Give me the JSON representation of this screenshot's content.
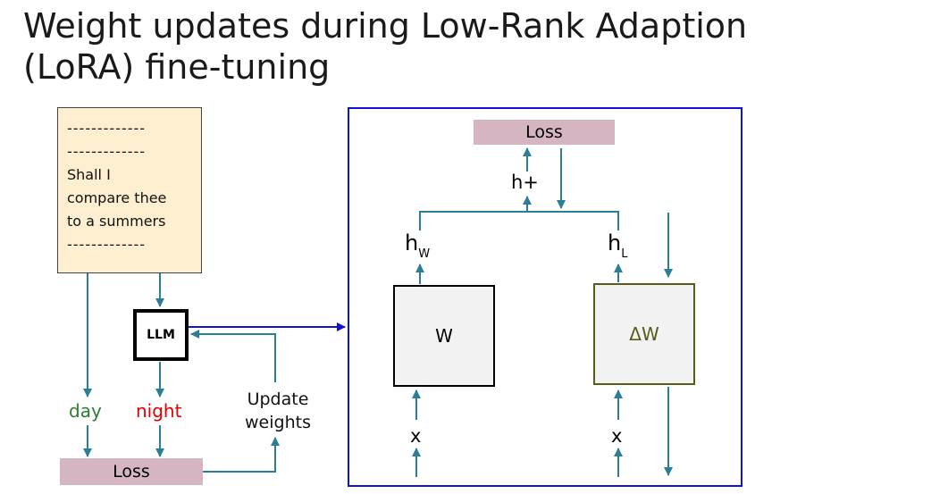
{
  "title": {
    "line1": "Weight updates during Low-Rank Adaption",
    "line2": "(LoRA) fine-tuning"
  },
  "prompt_document": {
    "lines": [
      "-------------",
      "-------------",
      "Shall I",
      "compare thee",
      "to a summers",
      "-------------"
    ]
  },
  "left_panel": {
    "llm_label": "LLM",
    "target_label": "day",
    "prediction_label": "night",
    "update_label_line1": "Update",
    "update_label_line2": "weights",
    "loss_label": "Loss"
  },
  "lora_panel": {
    "loss_label": "Loss",
    "combined_output_label": "h+",
    "w_output_label": "h",
    "w_output_sub": "W",
    "lora_output_label": "h",
    "lora_output_sub": "L",
    "w_box_label": "W",
    "delta_w_box_label": "ΔW",
    "input_label_w": "x",
    "input_label_lora": "x"
  },
  "colors": {
    "arrow": "#2a7f96",
    "frame": "#1212d6",
    "loss_fill": "#d4b5c1",
    "prompt_fill": "#fdefcf",
    "day": "#2e7d32",
    "night": "#e00000",
    "delta_w_border": "#5a5a1a"
  }
}
